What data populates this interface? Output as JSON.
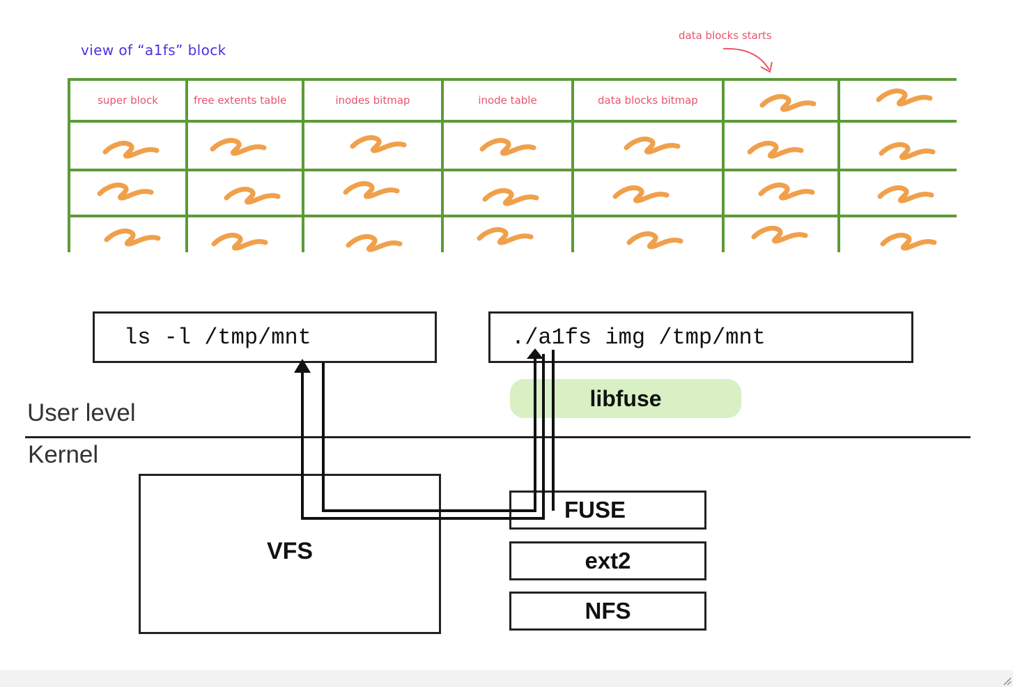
{
  "block_view": {
    "title": "view of “a1fs” block",
    "data_start_annotation": "data blocks starts",
    "header_cells": [
      "super block",
      "free extents table",
      "inodes bitmap",
      "inode table",
      "data blocks bitmap"
    ],
    "columns": 7,
    "rows": 4,
    "colors": {
      "grid_border": "#5c9a37",
      "label_text": "#e8556a",
      "title_text": "#4a33e0",
      "squiggle": "#f0a04b"
    }
  },
  "flow": {
    "user_command": "ls -l /tmp/mnt",
    "fuse_command": "./a1fs img /tmp/mnt",
    "library": "libfuse",
    "user_level_label": "User level",
    "kernel_level_label": "Kernel",
    "vfs_label": "VFS",
    "filesystems": [
      "FUSE",
      "ext2",
      "NFS"
    ],
    "colors": {
      "libfuse_bg": "#d8f0c4",
      "line": "#111111"
    }
  }
}
